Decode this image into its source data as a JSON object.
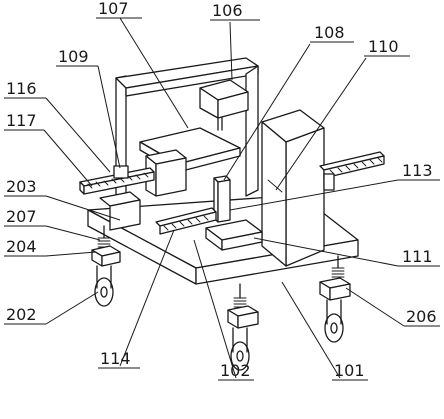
{
  "labels": {
    "l107": "107",
    "l106": "106",
    "l108": "108",
    "l110": "110",
    "l109": "109",
    "l116": "116",
    "l117": "117",
    "l113": "113",
    "l203": "203",
    "l207": "207",
    "l204": "204",
    "l202": "202",
    "l111": "111",
    "l206": "206",
    "l114": "114",
    "l102": "102",
    "l101": "101"
  }
}
